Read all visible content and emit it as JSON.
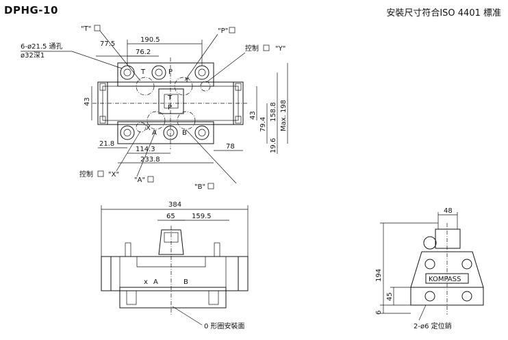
{
  "header": {
    "model": "DPHG-10",
    "standard": "安裝尺寸符合ISO 4401 標准"
  },
  "top_view": {
    "port_T": "\"T\"",
    "port_P": "\"P\"",
    "port_Y": "\"Y\"",
    "port_X": "\"X\"",
    "port_A": "\"A\"",
    "port_B": "\"B\"",
    "control_label": "控制",
    "holes_line1": "6-ø21.5  通孔",
    "holes_line2": "ø32深1",
    "dims": {
      "d190_5": "190.5",
      "d77_5": "77.5",
      "d76_2": "76.2",
      "d43_left": "43",
      "d43_right": "43",
      "d79_4": "79.4",
      "d158_8": "158.8",
      "dmax198": "Max. 198",
      "d21_8": "21.8",
      "d114_3": "114.3",
      "d233_8": "233.8",
      "d78": "78",
      "d19_6": "19.6"
    },
    "face_letters": {
      "T": "T",
      "P": "P",
      "A": "A",
      "B": "B",
      "X": "X",
      "Y": "Y"
    }
  },
  "front_view": {
    "d384": "384",
    "d65": "65",
    "d159_5": "159.5",
    "x_label": "x",
    "a_label": "A",
    "b_label": "B",
    "oring_note": "0 形圈安裝面"
  },
  "side_view": {
    "d48": "48",
    "d194": "194",
    "d45": "45",
    "d6": "6",
    "brand": "KOMPASS",
    "pin_note": "2-ø6 定位銷"
  }
}
